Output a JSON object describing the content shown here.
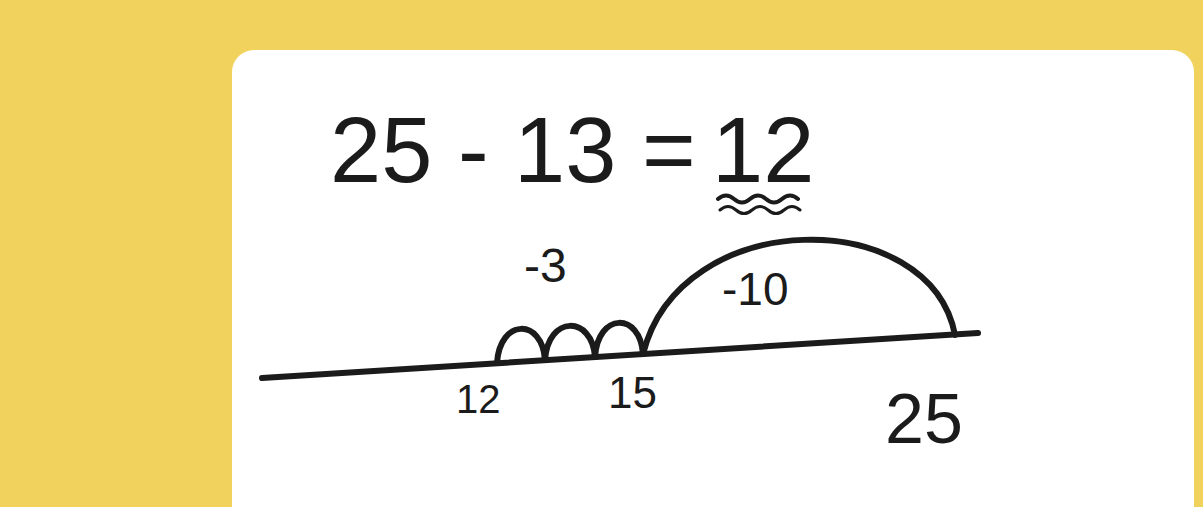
{
  "diagram": {
    "labels": [
      "25 - 13 =",
      "12",
      "-3",
      "-10",
      "12",
      "15",
      "25"
    ]
  }
}
